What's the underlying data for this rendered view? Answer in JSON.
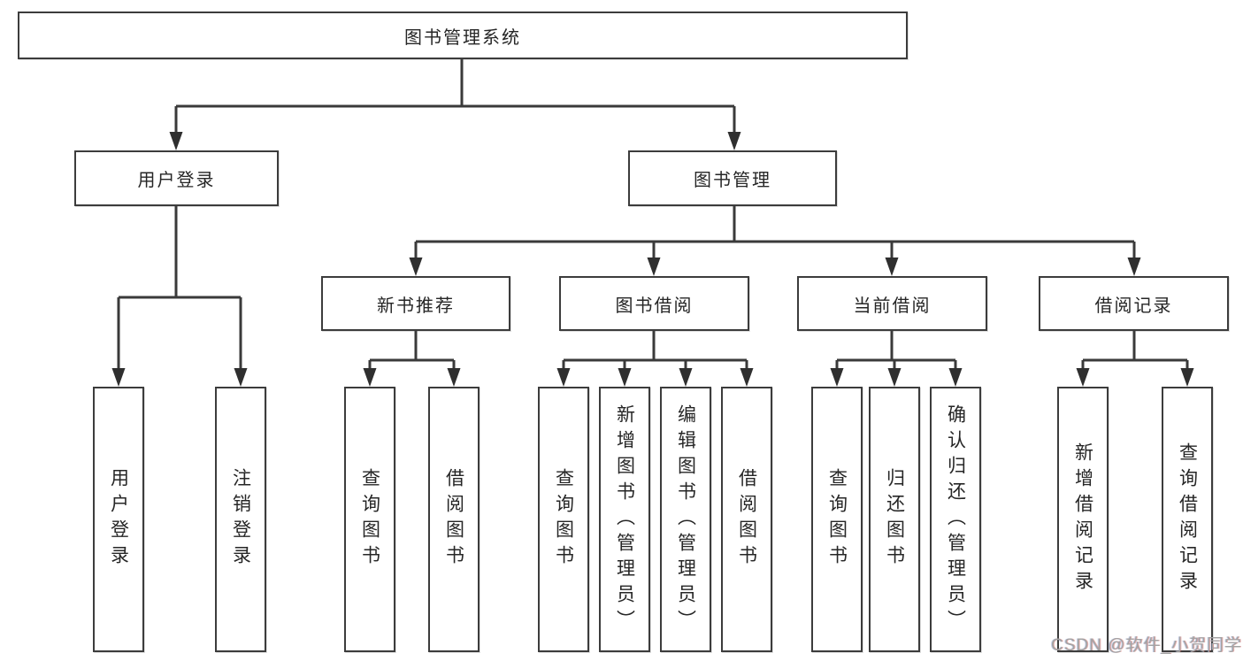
{
  "tree": {
    "root": {
      "label": "图书管理系统"
    },
    "branches": [
      {
        "label": "用户登录",
        "children": [
          {
            "label": "用户登录"
          },
          {
            "label": "注销登录"
          }
        ]
      },
      {
        "label": "图书管理",
        "children": [
          {
            "label": "新书推荐",
            "children": [
              {
                "label": "查询图书"
              },
              {
                "label": "借阅图书"
              }
            ]
          },
          {
            "label": "图书借阅",
            "children": [
              {
                "label": "查询图书"
              },
              {
                "label": "新增图书（管理员）"
              },
              {
                "label": "编辑图书（管理员）"
              },
              {
                "label": "借阅图书"
              }
            ]
          },
          {
            "label": "当前借阅",
            "children": [
              {
                "label": "查询图书"
              },
              {
                "label": "归还图书"
              },
              {
                "label": "确认归还（管理员）"
              }
            ]
          },
          {
            "label": "借阅记录",
            "children": [
              {
                "label": "新增借阅记录"
              },
              {
                "label": "查询借阅记录"
              }
            ]
          }
        ]
      }
    ]
  },
  "watermark": {
    "text": "CSDN @软件_小贺同学"
  },
  "colors": {
    "line": "#3a3a3a",
    "box_border": "#3c3c3c",
    "text": "#262626",
    "watermark": "#a3a3a3",
    "background": "#ffffff"
  }
}
